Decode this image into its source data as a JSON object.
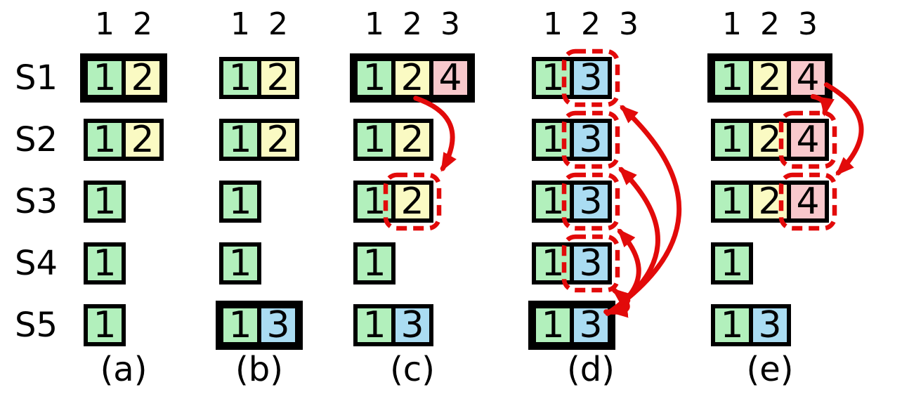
{
  "figure": {
    "row_labels": [
      "S1",
      "S2",
      "S3",
      "S4",
      "S5"
    ],
    "colors": {
      "green": "#b2f0bc",
      "yellow": "#fafac3",
      "blue": "#aadcf2",
      "pink": "#f8c8cc",
      "red": "#e20a0a",
      "border": "#000000",
      "background": "#ffffff"
    },
    "panels": [
      {
        "caption": "(a)",
        "column_headers": [
          "1",
          "2"
        ],
        "rows": [
          {
            "highlight": true,
            "cells": [
              {
                "value": "1",
                "color": "green"
              },
              {
                "value": "2",
                "color": "yellow"
              }
            ]
          },
          {
            "highlight": false,
            "cells": [
              {
                "value": "1",
                "color": "green"
              },
              {
                "value": "2",
                "color": "yellow"
              }
            ]
          },
          {
            "highlight": false,
            "cells": [
              {
                "value": "1",
                "color": "green"
              }
            ]
          },
          {
            "highlight": false,
            "cells": [
              {
                "value": "1",
                "color": "green"
              }
            ]
          },
          {
            "highlight": false,
            "cells": [
              {
                "value": "1",
                "color": "green"
              }
            ]
          }
        ]
      },
      {
        "caption": "(b)",
        "column_headers": [
          "1",
          "2"
        ],
        "rows": [
          {
            "highlight": false,
            "cells": [
              {
                "value": "1",
                "color": "green"
              },
              {
                "value": "2",
                "color": "yellow"
              }
            ]
          },
          {
            "highlight": false,
            "cells": [
              {
                "value": "1",
                "color": "green"
              },
              {
                "value": "2",
                "color": "yellow"
              }
            ]
          },
          {
            "highlight": false,
            "cells": [
              {
                "value": "1",
                "color": "green"
              }
            ]
          },
          {
            "highlight": false,
            "cells": [
              {
                "value": "1",
                "color": "green"
              }
            ]
          },
          {
            "highlight": true,
            "cells": [
              {
                "value": "1",
                "color": "green"
              },
              {
                "value": "3",
                "color": "blue"
              }
            ]
          }
        ]
      },
      {
        "caption": "(c)",
        "column_headers": [
          "1",
          "2",
          "3"
        ],
        "rows": [
          {
            "highlight": true,
            "cells": [
              {
                "value": "1",
                "color": "green"
              },
              {
                "value": "2",
                "color": "yellow"
              },
              {
                "value": "4",
                "color": "pink"
              }
            ]
          },
          {
            "highlight": false,
            "cells": [
              {
                "value": "1",
                "color": "green"
              },
              {
                "value": "2",
                "color": "yellow"
              }
            ]
          },
          {
            "highlight": false,
            "cells": [
              {
                "value": "1",
                "color": "green"
              },
              {
                "value": "2",
                "color": "yellow",
                "dashed": true
              }
            ]
          },
          {
            "highlight": false,
            "cells": [
              {
                "value": "1",
                "color": "green"
              }
            ]
          },
          {
            "highlight": false,
            "cells": [
              {
                "value": "1",
                "color": "green"
              },
              {
                "value": "3",
                "color": "blue"
              }
            ]
          }
        ]
      },
      {
        "caption": "(d)",
        "column_headers": [
          "1",
          "2",
          "3"
        ],
        "rows": [
          {
            "highlight": false,
            "cells": [
              {
                "value": "1",
                "color": "green"
              },
              {
                "value": "3",
                "color": "blue",
                "dashed": true
              }
            ]
          },
          {
            "highlight": false,
            "cells": [
              {
                "value": "1",
                "color": "green"
              },
              {
                "value": "3",
                "color": "blue",
                "dashed": true
              }
            ]
          },
          {
            "highlight": false,
            "cells": [
              {
                "value": "1",
                "color": "green"
              },
              {
                "value": "3",
                "color": "blue",
                "dashed": true
              }
            ]
          },
          {
            "highlight": false,
            "cells": [
              {
                "value": "1",
                "color": "green"
              },
              {
                "value": "3",
                "color": "blue",
                "dashed": true
              }
            ]
          },
          {
            "highlight": true,
            "cells": [
              {
                "value": "1",
                "color": "green"
              },
              {
                "value": "3",
                "color": "blue"
              }
            ]
          }
        ]
      },
      {
        "caption": "(e)",
        "column_headers": [
          "1",
          "2",
          "3"
        ],
        "rows": [
          {
            "highlight": true,
            "cells": [
              {
                "value": "1",
                "color": "green"
              },
              {
                "value": "2",
                "color": "yellow"
              },
              {
                "value": "4",
                "color": "pink"
              }
            ]
          },
          {
            "highlight": false,
            "cells": [
              {
                "value": "1",
                "color": "green"
              },
              {
                "value": "2",
                "color": "yellow"
              },
              {
                "value": "4",
                "color": "pink",
                "dashed": true
              }
            ]
          },
          {
            "highlight": false,
            "cells": [
              {
                "value": "1",
                "color": "green"
              },
              {
                "value": "2",
                "color": "yellow"
              },
              {
                "value": "4",
                "color": "pink",
                "dashed": true
              }
            ]
          },
          {
            "highlight": false,
            "cells": [
              {
                "value": "1",
                "color": "green"
              }
            ]
          },
          {
            "highlight": false,
            "cells": [
              {
                "value": "1",
                "color": "green"
              },
              {
                "value": "3",
                "color": "blue"
              }
            ]
          }
        ]
      }
    ],
    "arrows": [
      {
        "panel": 2,
        "from": {
          "row": 0,
          "col": 1,
          "ax": 0.6,
          "ay": 1.1
        },
        "to": {
          "row": 2,
          "col": 1,
          "ax": 1.4,
          "ay": -0.48
        },
        "bend": -0.6
      },
      {
        "panel": 3,
        "from": {
          "row": 4,
          "col": 1,
          "ax": 1.0,
          "ay": 0.15
        },
        "to": {
          "row": 0,
          "col": 1,
          "ax": 1.44,
          "ay": 1.38
        },
        "bend": 0.62
      },
      {
        "panel": 3,
        "from": {
          "row": 4,
          "col": 1,
          "ax": 1.0,
          "ay": 0.15
        },
        "to": {
          "row": 1,
          "col": 1,
          "ax": 1.4,
          "ay": 1.38
        },
        "bend": 0.6
      },
      {
        "panel": 3,
        "from": {
          "row": 4,
          "col": 1,
          "ax": 1.0,
          "ay": 0.15
        },
        "to": {
          "row": 2,
          "col": 1,
          "ax": 1.36,
          "ay": 1.38
        },
        "bend": 0.6
      },
      {
        "panel": 3,
        "from": {
          "row": 4,
          "col": 1,
          "ax": 0.95,
          "ay": 0.1
        },
        "to": {
          "row": 3,
          "col": 1,
          "ax": 1.2,
          "ay": 1.3
        },
        "bend": 1.6
      },
      {
        "panel": 3,
        "from": {
          "row": 3,
          "col": 1,
          "ax": 1.6,
          "ay": 1.6
        },
        "to": {
          "row": 4,
          "col": 1,
          "ax": 1.15,
          "ay": 0.1
        },
        "bend": -0.3
      },
      {
        "panel": 4,
        "from": {
          "row": 0,
          "col": 2,
          "ax": 0.65,
          "ay": 1.05
        },
        "to": {
          "row": 1,
          "col": 2,
          "ax": 1.0,
          "ay": -0.3
        },
        "bend": -0.5
      },
      {
        "panel": 4,
        "from": {
          "row": 0,
          "col": 2,
          "ax": 1.05,
          "ay": 0.7
        },
        "to": {
          "row": 2,
          "col": 2,
          "ax": 1.4,
          "ay": -0.35
        },
        "bend": -0.65
      }
    ]
  }
}
